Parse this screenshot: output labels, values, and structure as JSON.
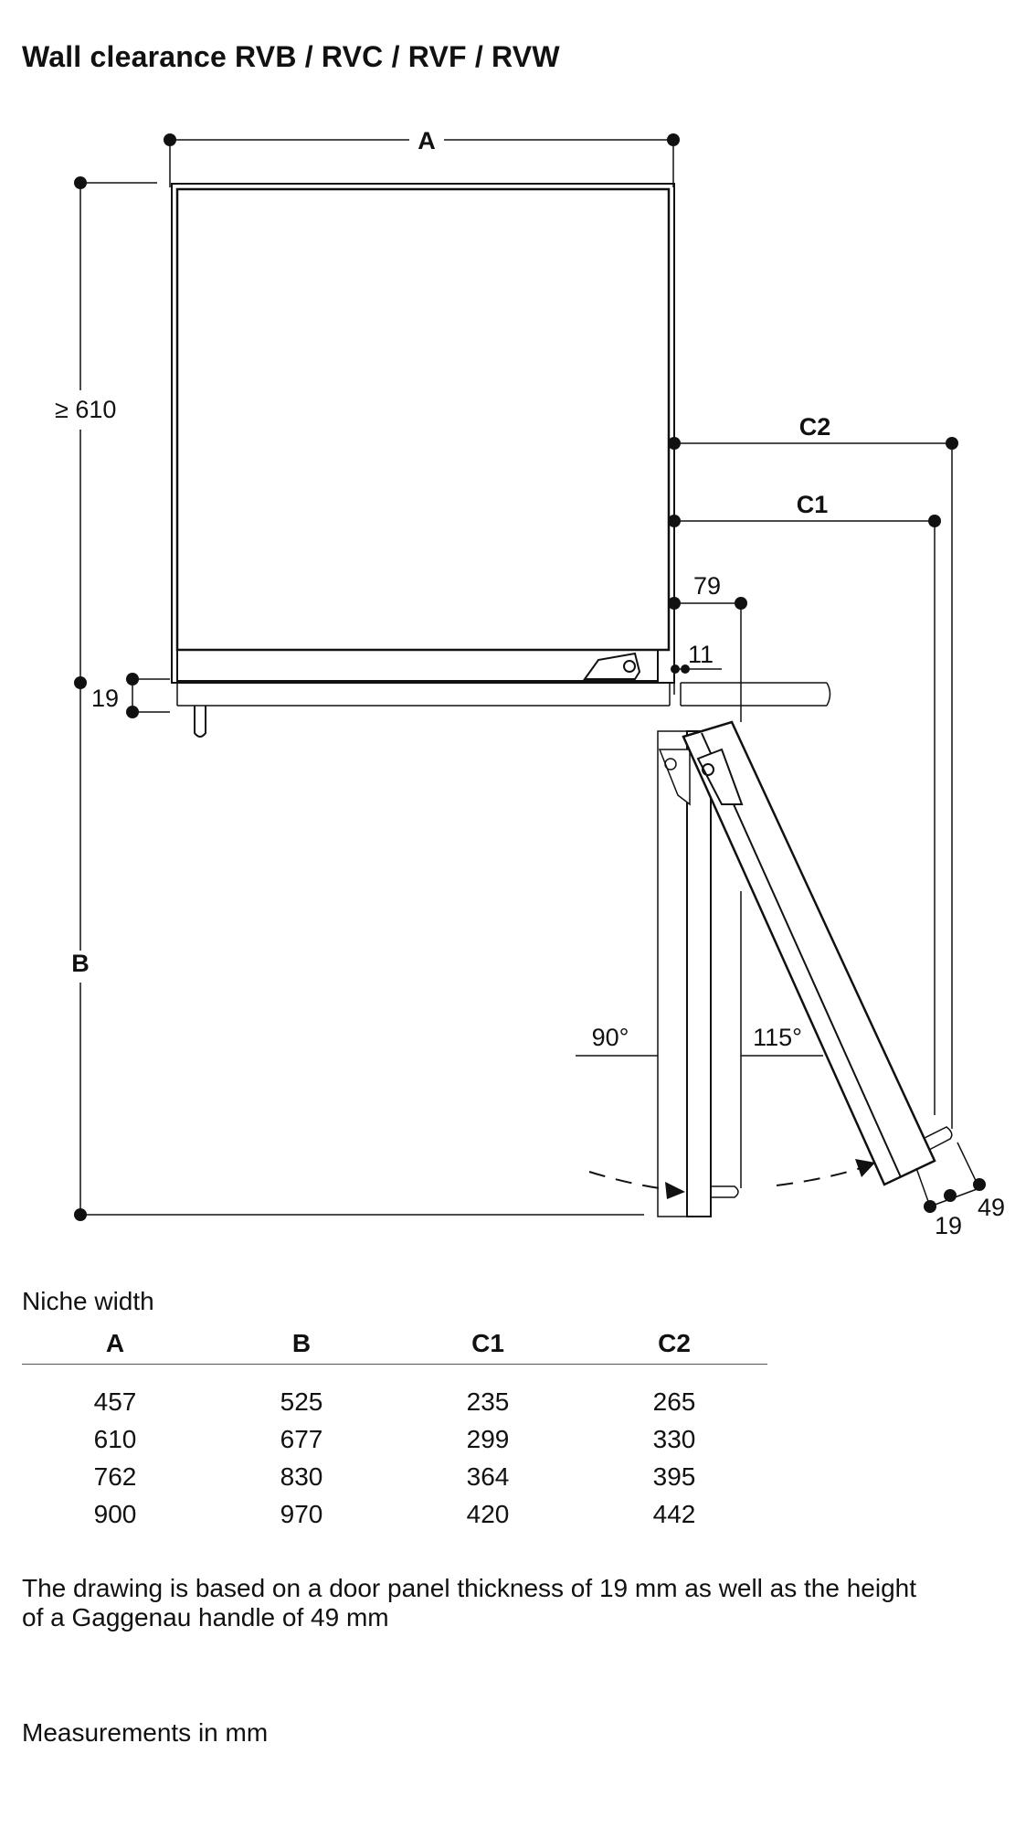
{
  "title": "Wall clearance RVB / RVC / RVF / RVW",
  "diagram": {
    "labels": {
      "A": "A",
      "B": "B",
      "C1": "C1",
      "C2": "C2",
      "min_depth": "≥ 610",
      "plinth": "19",
      "door_offset": "79",
      "gap": "11",
      "angle_90": "90°",
      "angle_115": "115°",
      "panel_thickness": "19",
      "handle_height": "49"
    }
  },
  "table": {
    "caption": "Niche width",
    "columns": [
      "A",
      "B",
      "C1",
      "C2"
    ],
    "rows": [
      [
        "457",
        "525",
        "235",
        "265"
      ],
      [
        "610",
        "677",
        "299",
        "330"
      ],
      [
        "762",
        "830",
        "364",
        "395"
      ],
      [
        "900",
        "970",
        "420",
        "442"
      ]
    ]
  },
  "note": "The drawing is based on a door panel thickness of 19 mm as well as the height of a Gaggenau handle of 49 mm",
  "units": "Measurements in mm"
}
